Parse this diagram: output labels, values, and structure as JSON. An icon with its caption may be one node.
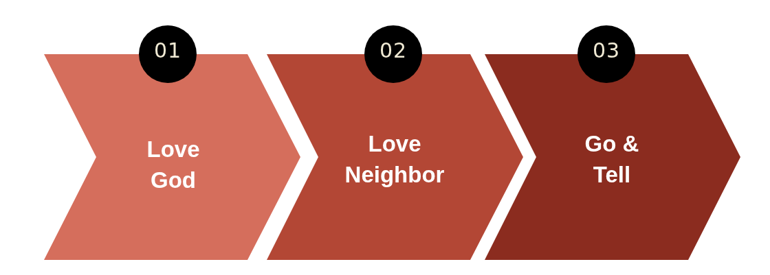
{
  "diagram": {
    "nodes": [
      {
        "text": [
          "01"
        ]
      },
      {
        "text": [
          "Love God"
        ]
      },
      {
        "text": [
          "02"
        ]
      },
      {
        "text": [
          "Love Neighbor"
        ]
      },
      {
        "text": [
          "03"
        ]
      },
      {
        "text": [
          "Go & Tell"
        ]
      }
    ]
  }
}
